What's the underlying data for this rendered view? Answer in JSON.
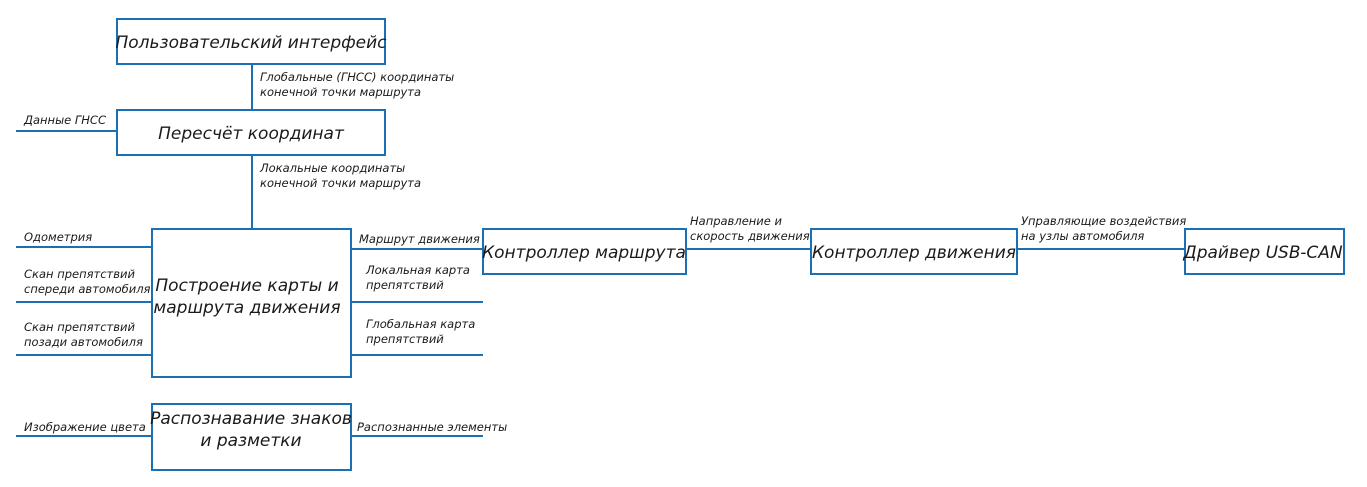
{
  "colors": {
    "line": "#1a6fb5",
    "text": "#1a1a1a",
    "background": "#ffffff"
  },
  "boxes": {
    "ui": [
      "Пользовательский интерфейс"
    ],
    "recalc": [
      "Пересчёт координат"
    ],
    "mapping": [
      "Построение карты и",
      "маршрута движения"
    ],
    "route_ctrl": [
      "Контроллер маршрута"
    ],
    "motion_ctrl": [
      "Контроллер движения"
    ],
    "driver": [
      "Драйвер USB-CAN"
    ],
    "recognition": [
      "Распознавание знаков",
      "и разметки"
    ]
  },
  "edges": {
    "global_coords": [
      "Глобальные (ГНСС) координаты",
      "конечной точки маршрута"
    ],
    "gnss_data": [
      "Данные ГНСС"
    ],
    "local_coords": [
      "Локальные координаты",
      "конечной точки маршрута"
    ],
    "odometry": [
      "Одометрия"
    ],
    "front_scan": [
      "Скан препятствий",
      "спереди автомобиля"
    ],
    "rear_scan": [
      "Скан препятствий",
      "позади автомобиля"
    ],
    "route": [
      "Маршрут движения"
    ],
    "local_map": [
      "Локальная карта",
      "препятствий"
    ],
    "global_map": [
      "Глобальная карта",
      "препятствий"
    ],
    "direction_speed": [
      "Направление и",
      "скорость движения"
    ],
    "control_actions": [
      "Управляющие воздействия",
      "на узлы автомобиля"
    ],
    "color_image": [
      "Изображение цвета"
    ],
    "recognized": [
      "Распознанные элементы"
    ]
  }
}
